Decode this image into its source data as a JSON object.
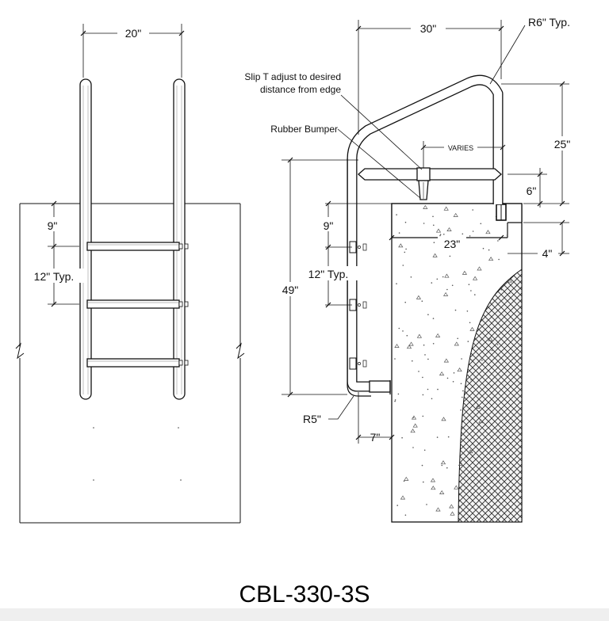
{
  "drawing": {
    "model": "CBL-330-3S",
    "front_view": {
      "width_dim": "20\"",
      "top_step_dim": "9\"",
      "step_spacing_dim": "12\" Typ."
    },
    "side_view": {
      "width_dim": "30\"",
      "radius_top_dim": "R6\" Typ.",
      "slip_t_note_line1": "Slip T adjust to desired",
      "slip_t_note_line2": "distance from edge",
      "rubber_bumper_note": "Rubber Bumper",
      "varies_dim": "VARIES",
      "height_above_deck_dim": "25\"",
      "bumper_height_dim": "6\"",
      "top_step_dim": "9\"",
      "deck_depth_dim": "23\"",
      "coping_dim": "4\"",
      "step_spacing_dim": "12\" Typ.",
      "total_depth_dim": "49\"",
      "radius_bottom_dim": "R5\"",
      "foot_offset_dim": "7\""
    }
  }
}
